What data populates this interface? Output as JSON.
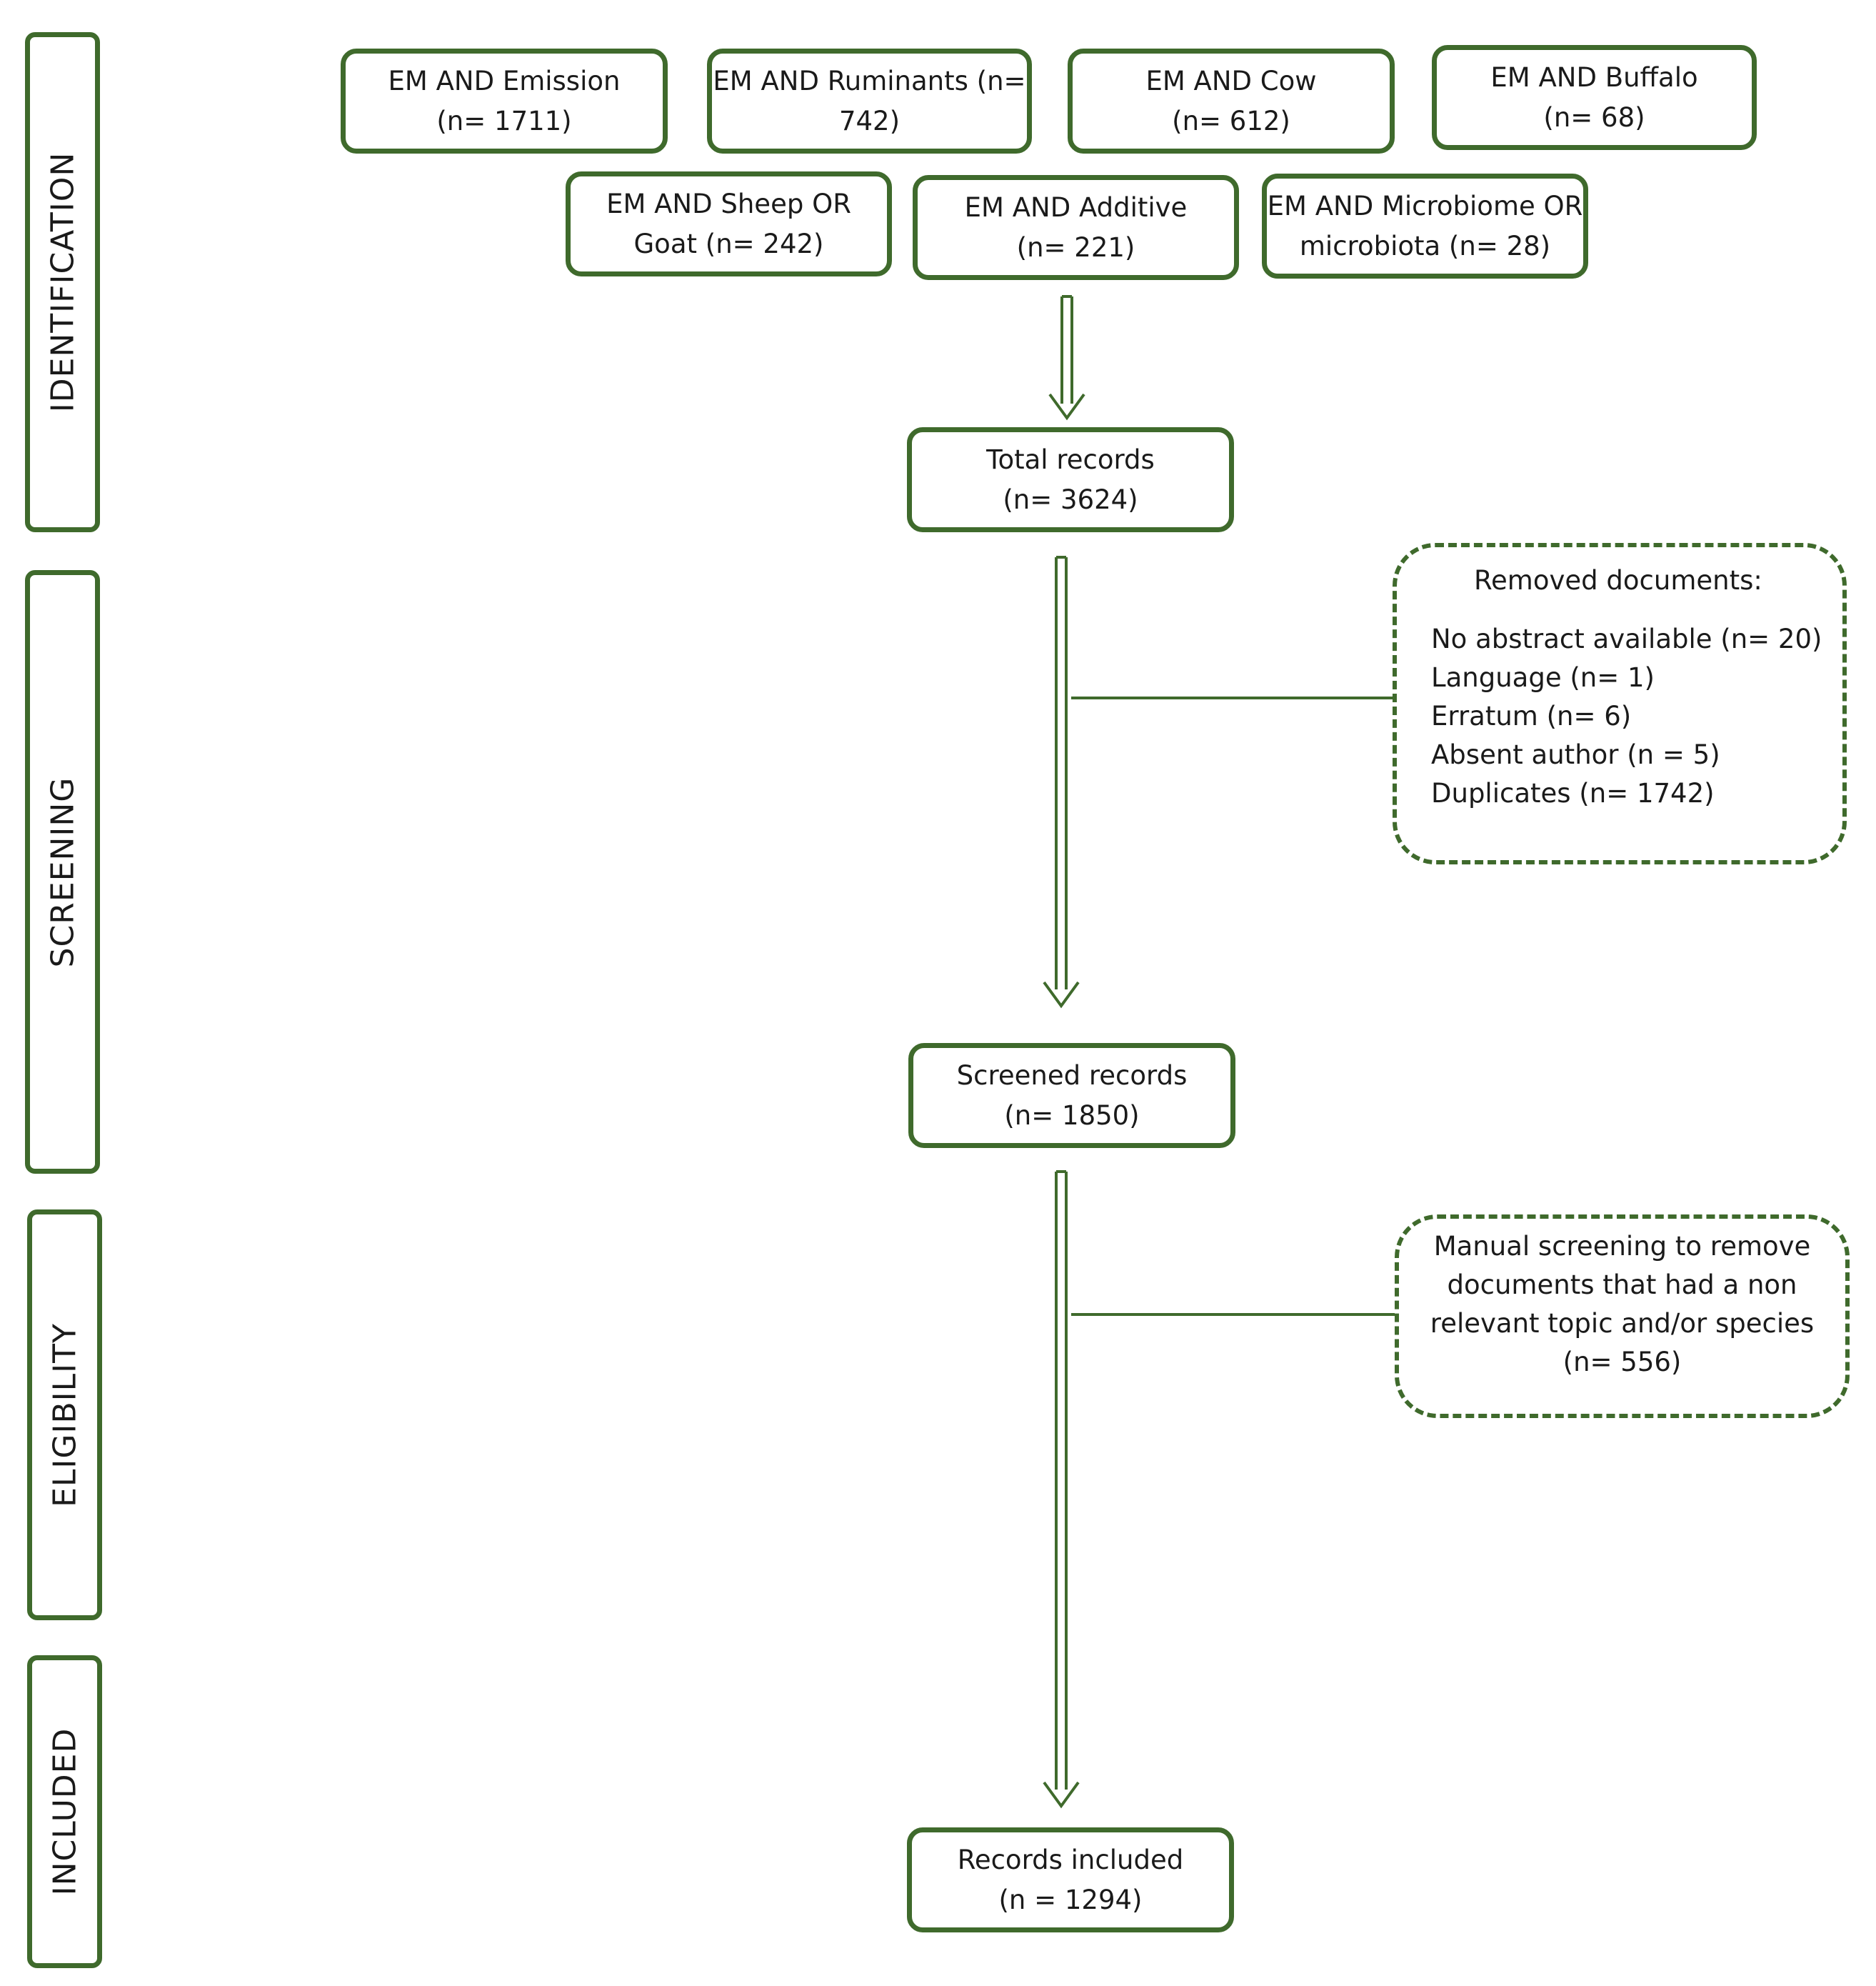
{
  "stages": [
    {
      "id": "identification",
      "label": "IDENTIFICATION"
    },
    {
      "id": "screening",
      "label": "SCREENING"
    },
    {
      "id": "eligibility",
      "label": "ELIGIBILITY"
    },
    {
      "id": "included",
      "label": "INCLUDED"
    }
  ],
  "searches": [
    {
      "line1": "EM AND Emission",
      "line2": "(n= 1711)"
    },
    {
      "line1": "EM AND Ruminants (n=",
      "line2": "742)"
    },
    {
      "line1": "EM AND Cow",
      "line2": "(n= 612)"
    },
    {
      "line1": "EM AND Buffalo",
      "line2": "(n= 68)"
    },
    {
      "line1": "EM AND Sheep OR",
      "line2": "Goat (n= 242)"
    },
    {
      "line1": "EM AND Additive",
      "line2": "(n= 221)"
    },
    {
      "line1": "EM AND Microbiome OR",
      "line2": "microbiota (n= 28)"
    }
  ],
  "total": {
    "line1": "Total records",
    "line2": "(n= 3624)"
  },
  "removed": {
    "title": "Removed documents:",
    "items": [
      "No abstract available (n= 20)",
      "Language (n= 1)",
      "Erratum (n= 6)",
      "Absent author (n = 5)",
      "Duplicates (n= 1742)"
    ]
  },
  "screened": {
    "line1": "Screened records",
    "line2": "(n= 1850)"
  },
  "manual": {
    "lines": [
      "Manual screening to remove",
      "documents that had a non",
      "relevant topic and/or species",
      "(n= 556)"
    ]
  },
  "included": {
    "line1": "Records included",
    "line2": "(n = 1294)"
  },
  "colors": {
    "border": "#3f6a2c",
    "text": "#1a1a1a"
  }
}
